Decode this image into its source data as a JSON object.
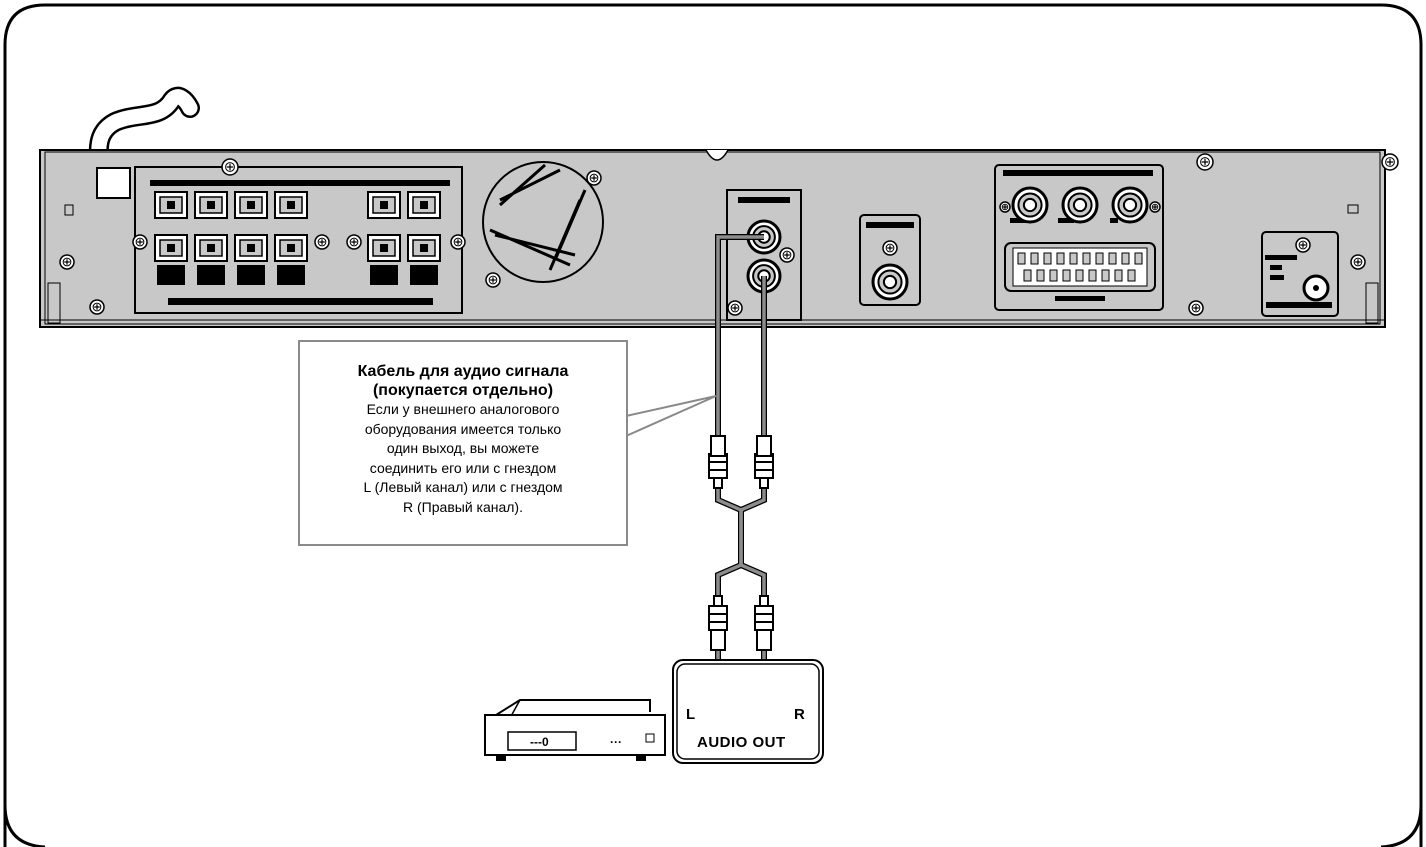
{
  "callout": {
    "title_line1": "Кабель для аудио сигнала",
    "title_line2": "(покупается отдельно)",
    "desc_lines": [
      "Если у внешнего аналогового",
      "оборудования имеется только",
      "один выход, вы можете",
      "соединить его или с гнездом",
      "L (Левый канал) или с гнездом",
      "R (Правый канал)."
    ]
  },
  "external_device": {
    "jack_left_label": "L",
    "jack_right_label": "R",
    "output_label": "AUDIO OUT"
  },
  "colors": {
    "panel": "#c8c8c8",
    "cable": "#8c8c8c",
    "outline": "#000000",
    "frame": "#000000"
  },
  "icons": [
    "speaker-terminal-icon",
    "fan-vent-icon",
    "rca-jack-icon",
    "scart-connector-icon",
    "antenna-jack-icon",
    "screw-icon",
    "rca-plug-icon",
    "audio-device-icon"
  ]
}
